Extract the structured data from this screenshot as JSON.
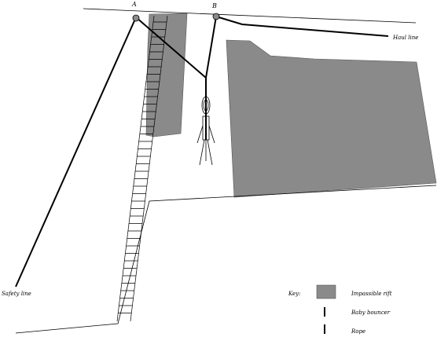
{
  "diagram": {
    "points": {
      "a": "A",
      "b": "B"
    },
    "lines": {
      "haul_line": "Haul line",
      "safety_line": "Safety line"
    },
    "key": {
      "title": "Key:",
      "items": [
        {
          "label": "Impassible rift",
          "symbol": "grey-box"
        },
        {
          "label": "Baby bouncer",
          "symbol": "dash"
        },
        {
          "label": "Rope",
          "symbol": "dash"
        }
      ]
    },
    "colors": {
      "rift": "#8a8a8a",
      "ink": "#000000",
      "background": "#ffffff"
    }
  }
}
